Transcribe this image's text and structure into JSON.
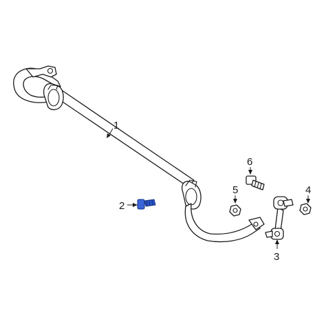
{
  "callouts": {
    "c1": "1",
    "c2": "2",
    "c3": "3",
    "c4": "4",
    "c5": "5",
    "c6": "6"
  },
  "colors": {
    "line": "#1a1a1a",
    "background": "#ffffff",
    "highlight_part": "#2a55c8"
  },
  "highlighted_part": "2"
}
